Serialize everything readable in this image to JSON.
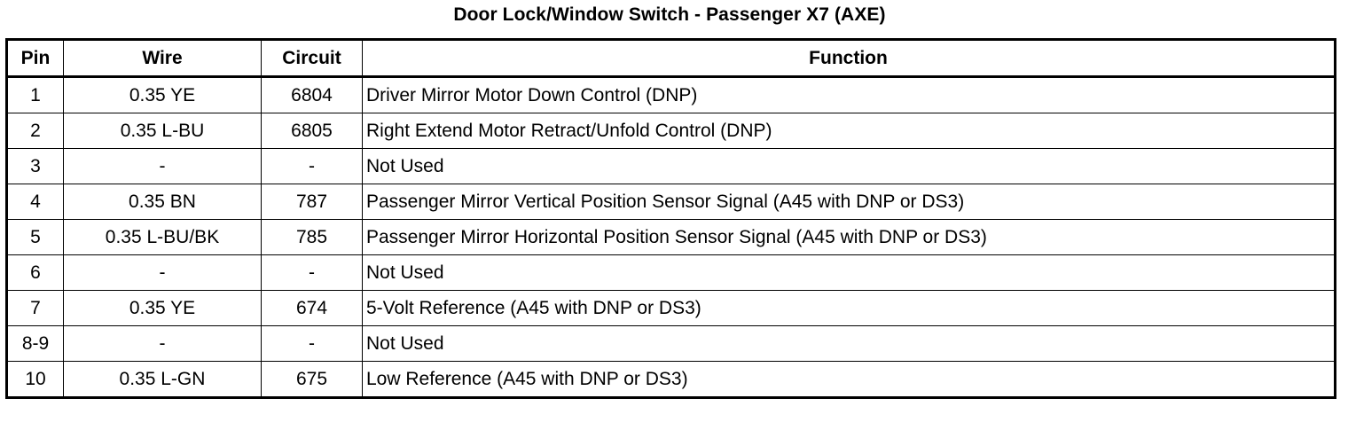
{
  "title": "Door Lock/Window Switch - Passenger X7 (AXE)",
  "headers": {
    "pin": "Pin",
    "wire": "Wire",
    "circuit": "Circuit",
    "function": "Function"
  },
  "rows": [
    {
      "pin": "1",
      "wire": "0.35 YE",
      "circuit": "6804",
      "function": "Driver Mirror Motor Down Control (DNP)"
    },
    {
      "pin": "2",
      "wire": "0.35 L-BU",
      "circuit": "6805",
      "function": "Right Extend Motor Retract/Unfold Control (DNP)"
    },
    {
      "pin": "3",
      "wire": "-",
      "circuit": "-",
      "function": "Not Used"
    },
    {
      "pin": "4",
      "wire": "0.35 BN",
      "circuit": "787",
      "function": "Passenger Mirror Vertical Position Sensor Signal (A45 with DNP or DS3)"
    },
    {
      "pin": "5",
      "wire": "0.35 L-BU/BK",
      "circuit": "785",
      "function": "Passenger Mirror Horizontal Position Sensor Signal (A45 with DNP or DS3)"
    },
    {
      "pin": "6",
      "wire": "-",
      "circuit": "-",
      "function": "Not Used"
    },
    {
      "pin": "7",
      "wire": "0.35 YE",
      "circuit": "674",
      "function": "5-Volt Reference (A45 with DNP or DS3)"
    },
    {
      "pin": "8-9",
      "wire": "-",
      "circuit": "-",
      "function": "Not Used"
    },
    {
      "pin": "10",
      "wire": "0.35 L-GN",
      "circuit": "675",
      "function": "Low Reference (A45 with DNP or DS3)"
    }
  ]
}
